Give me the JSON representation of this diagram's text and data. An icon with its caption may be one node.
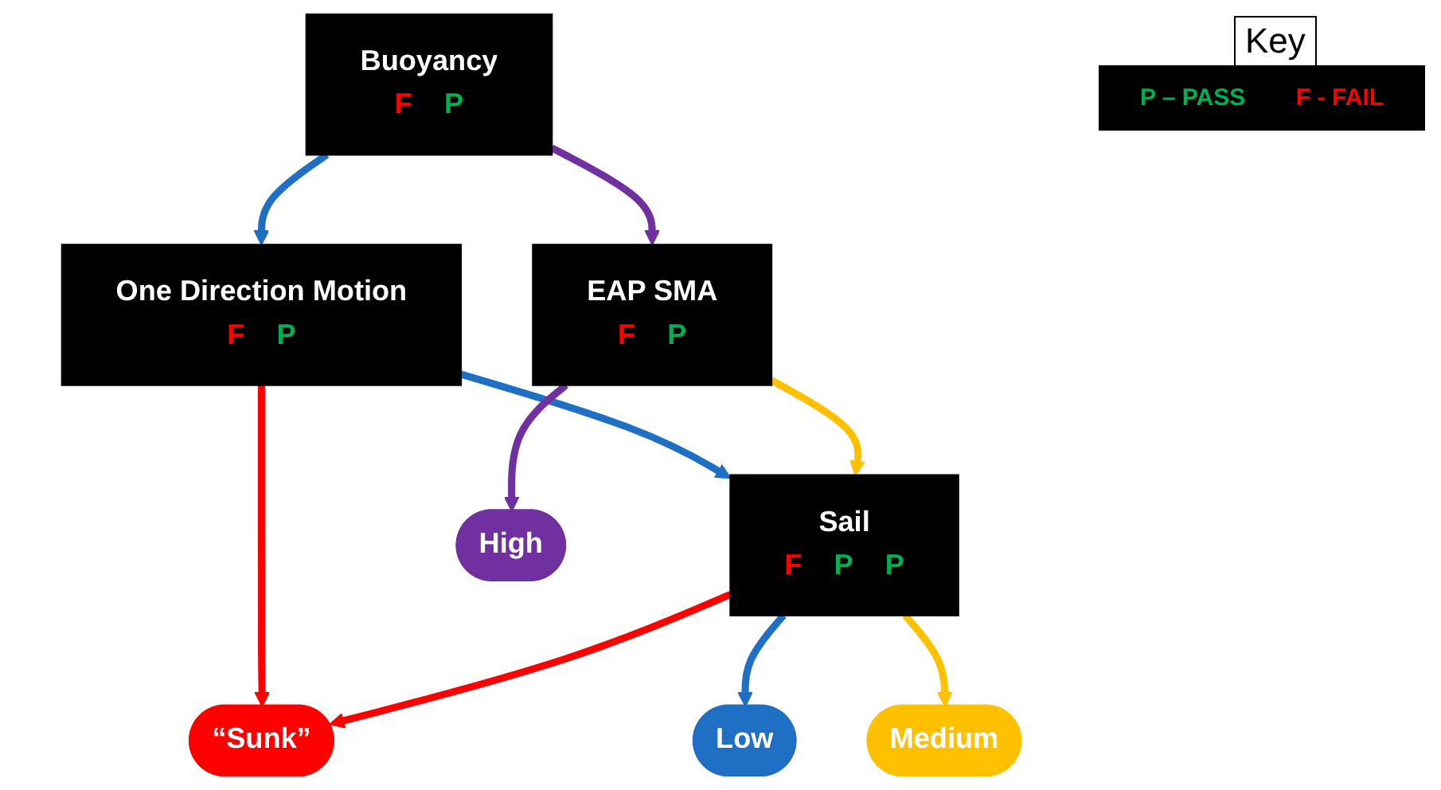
{
  "diagram": {
    "nodes": [
      {
        "text": [
          "Buoyancy",
          "F",
          "P"
        ]
      },
      {
        "text": [
          "One Direction Motion",
          "F",
          "P"
        ]
      },
      {
        "text": [
          "EAP SMA",
          "F",
          "P"
        ]
      },
      {
        "text": [
          "Sail",
          "F",
          "P",
          "P"
        ]
      },
      {
        "text": [
          "“Sunk”"
        ]
      },
      {
        "text": [
          "Low"
        ]
      },
      {
        "text": [
          "Medium"
        ]
      },
      {
        "text": [
          "High"
        ]
      }
    ],
    "edges": [
      {
        "from": 0,
        "to": 1,
        "arrow": "to",
        "color": "#1f6fc5"
      },
      {
        "from": 0,
        "to": 2,
        "arrow": "to",
        "color": "#7030a0"
      },
      {
        "from": 1,
        "to": 3,
        "arrow": "to",
        "color": "#1f6fc5"
      },
      {
        "from": 1,
        "to": 4,
        "arrow": "to",
        "color": "#ff0000"
      },
      {
        "from": 2,
        "to": 3,
        "arrow": "to",
        "color": "#ffc000"
      },
      {
        "from": 2,
        "to": 7,
        "arrow": "to",
        "color": "#7030a0"
      },
      {
        "from": 3,
        "to": 4,
        "arrow": "to",
        "color": "#ff0000"
      },
      {
        "from": 3,
        "to": 5,
        "arrow": "to",
        "color": "#1f6fc5"
      },
      {
        "from": 3,
        "to": 6,
        "arrow": "to",
        "color": "#ffc000"
      }
    ],
    "labels": [
      "Key",
      "P – PASS",
      "F - FAIL"
    ]
  }
}
